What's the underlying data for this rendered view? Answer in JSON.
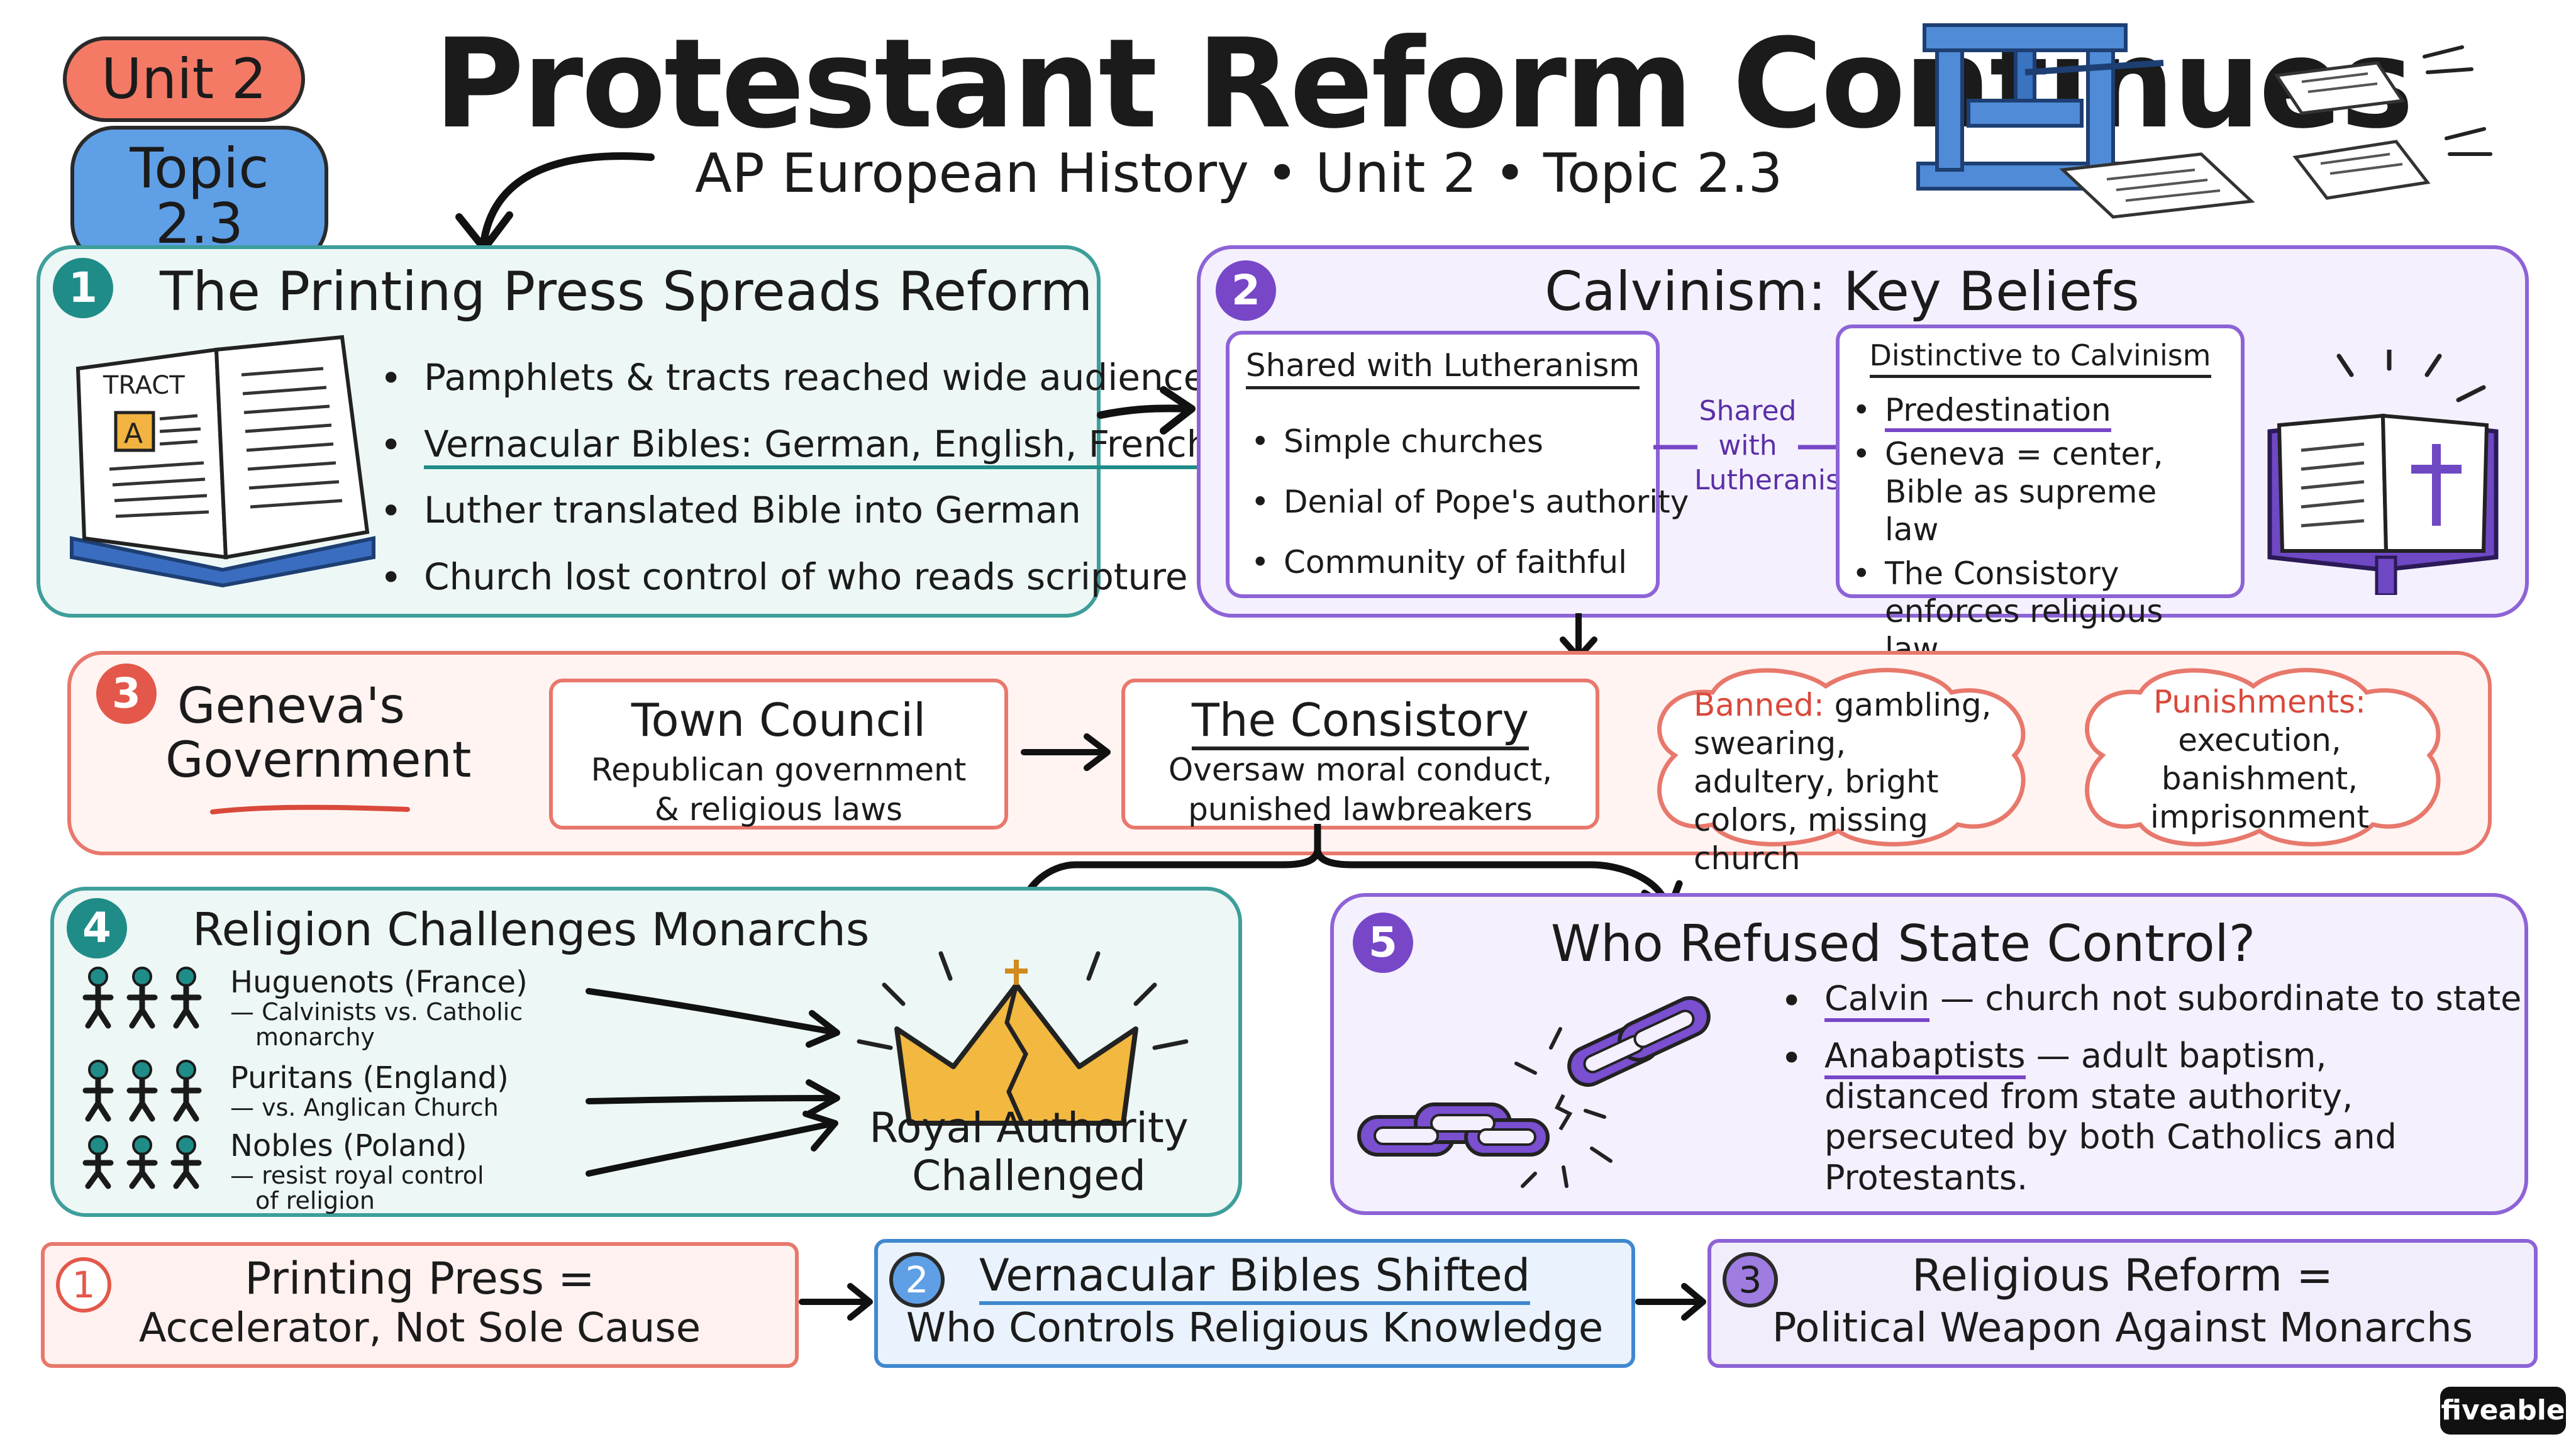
{
  "header": {
    "unit_badge": "Unit 2",
    "topic_badge": "Topic 2.3",
    "title": "Protestant Reform Continues",
    "subtitle": "AP European History • Unit 2 • Topic 2.3"
  },
  "section1": {
    "number": "1",
    "title": "The Printing Press Spreads Reform",
    "book_label": "TRACT",
    "book_letter": "A",
    "bullets": [
      "Pamphlets & tracts reached wide audiences",
      "Vernacular Bibles: German, English, French",
      "Luther translated Bible into German",
      "Church lost control of who reads scripture"
    ]
  },
  "section2": {
    "number": "2",
    "title": "Calvinism: Key Beliefs",
    "shared": {
      "heading": "Shared with Lutheranism",
      "items": [
        "Simple churches",
        "Denial of Pope's authority",
        "Community of faithful"
      ]
    },
    "connector": "Shared with Lutheranism",
    "distinctive": {
      "heading": "Distinctive to Calvinism",
      "items": [
        "Predestination",
        "Geneva = center, Bible as supreme law",
        "The Consistory enforces religious law"
      ]
    }
  },
  "section3": {
    "number": "3",
    "title": "Geneva's Government",
    "town_council": {
      "title": "Town Council",
      "body": "Republican government & religious laws"
    },
    "consistory": {
      "title": "The Consistory",
      "body": "Oversaw moral conduct, punished lawbreakers"
    },
    "banned": {
      "label": "Banned:",
      "body": "gambling, swearing, adultery, bright colors, missing church"
    },
    "punishments": {
      "label": "Punishments:",
      "body": "execution, banishment, imprisonment"
    }
  },
  "section4": {
    "number": "4",
    "title": "Religion Challenges Monarchs",
    "groups": [
      {
        "name": "Huguenots (France)",
        "note": "— Calvinists vs. Catholic monarchy"
      },
      {
        "name": "Puritans (England)",
        "note": "— vs. Anglican Church"
      },
      {
        "name": "Nobles (Poland)",
        "note": "— resist royal control of religion"
      }
    ],
    "crown_caption": "Royal Authority Challenged"
  },
  "section5": {
    "number": "5",
    "title": "Who Refused State Control?",
    "items": [
      {
        "term": "Calvin",
        "text": "— church not subordinate to state"
      },
      {
        "term": "Anabaptists",
        "text": "— adult baptism, distanced from state authority, persecuted by both Catholics and Protestants."
      }
    ]
  },
  "takeaways": [
    {
      "number": "1",
      "line1": "Printing Press =",
      "line2": "Accelerator, Not Sole Cause"
    },
    {
      "number": "2",
      "line1": "Vernacular Bibles Shifted",
      "line2": "Who Controls Religious Knowledge"
    },
    {
      "number": "3",
      "line1": "Religious Reform =",
      "line2": "Political Weapon Against Monarchs"
    }
  ],
  "brand": "fiveable",
  "colors": {
    "teal": "#1f8c88",
    "purple": "#7747c8",
    "red": "#e3584a",
    "blue": "#3f88cf"
  }
}
